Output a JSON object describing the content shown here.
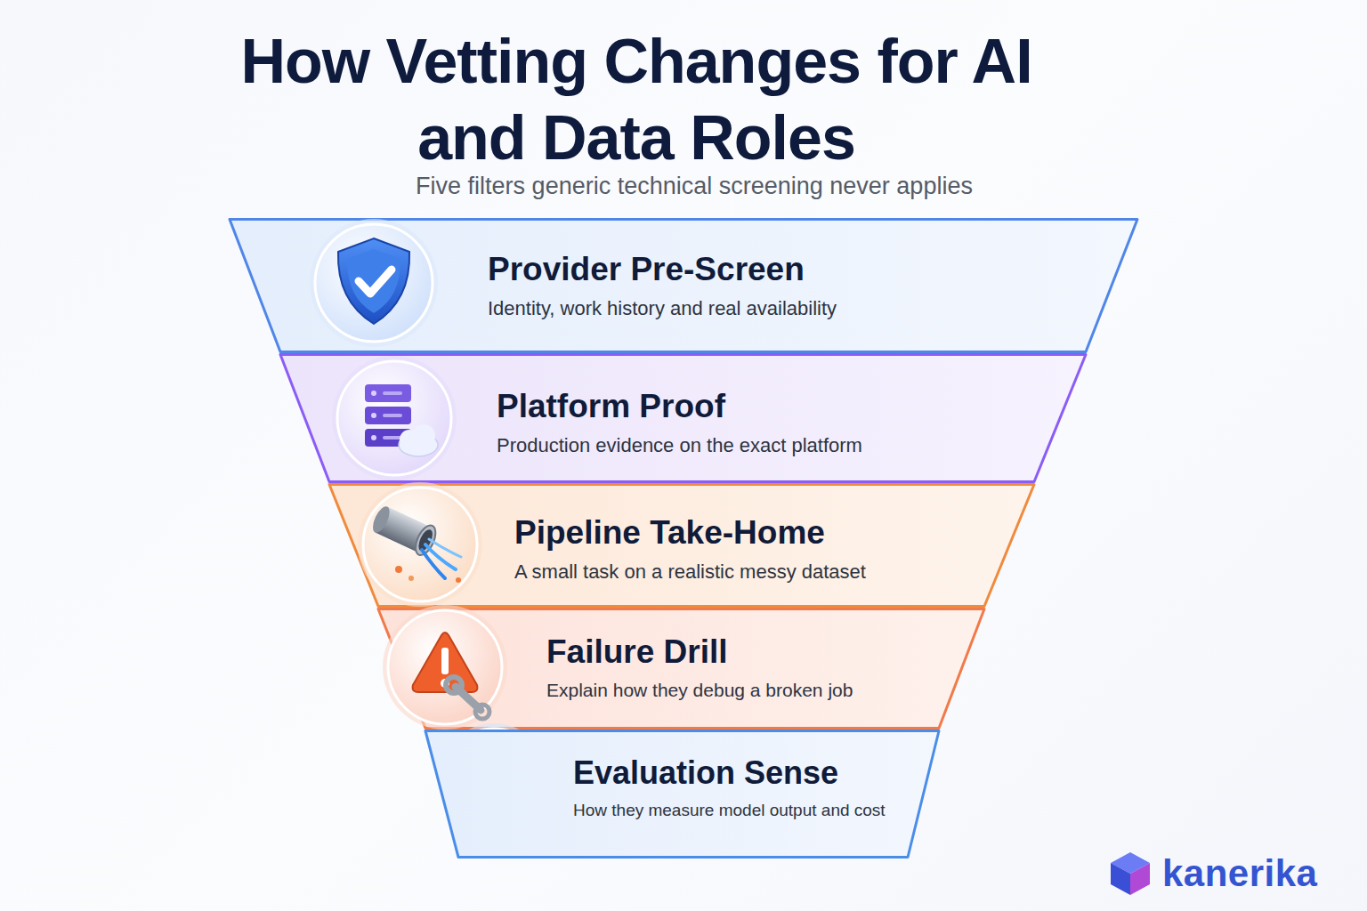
{
  "diagram": {
    "title": "How Vetting Changes for AI and Data Roles",
    "caption": "Five filters generic technical screening never applies",
    "nodes": [
      {
        "text": [
          "Provider Pre-Screen",
          "Identity, work history and real availability"
        ]
      },
      {
        "text": [
          "Platform Proof",
          "Production evidence on the exact platform"
        ]
      },
      {
        "text": [
          "Pipeline Take-Home",
          "A small task on a realistic messy dataset"
        ]
      },
      {
        "text": [
          "Failure Drill",
          "Explain how they debug a broken job"
        ]
      },
      {
        "text": [
          "Evaluation Sense",
          "How they measure model output and cost"
        ]
      }
    ],
    "labels": [
      "kanerika"
    ]
  }
}
